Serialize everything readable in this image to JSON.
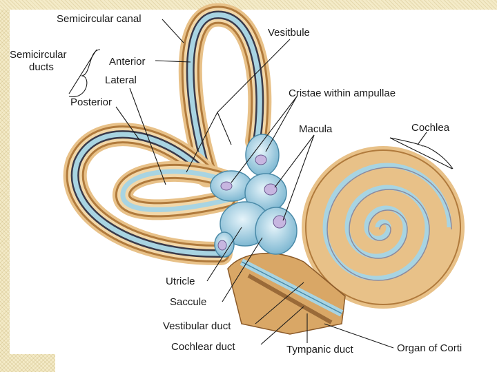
{
  "labels": {
    "semicircular_canal": "Semicircular canal",
    "semicircular_ducts_line1": "Semicircular",
    "semicircular_ducts_line2": "ducts",
    "anterior": "Anterior",
    "lateral": "Lateral",
    "posterior": "Posterior",
    "vestibule": "Vesitbule",
    "cristae": "Cristae within ampullae",
    "macula": "Macula",
    "cochlea": "Cochlea",
    "utricle": "Utricle",
    "saccule": "Saccule",
    "vestibular_duct": "Vestibular duct",
    "cochlear_duct": "Cochlear duct",
    "tympanic_duct": "Tympanic duct",
    "organ_of_corti": "Organ of Corti"
  },
  "colors": {
    "bone": "#e8c188",
    "bone_dark": "#b07a3c",
    "membrane": "#a8d4e2",
    "membrane_dark": "#4a8aa8",
    "duct_dark": "#3a3a4a",
    "vesicle": "#bfe0ee"
  }
}
